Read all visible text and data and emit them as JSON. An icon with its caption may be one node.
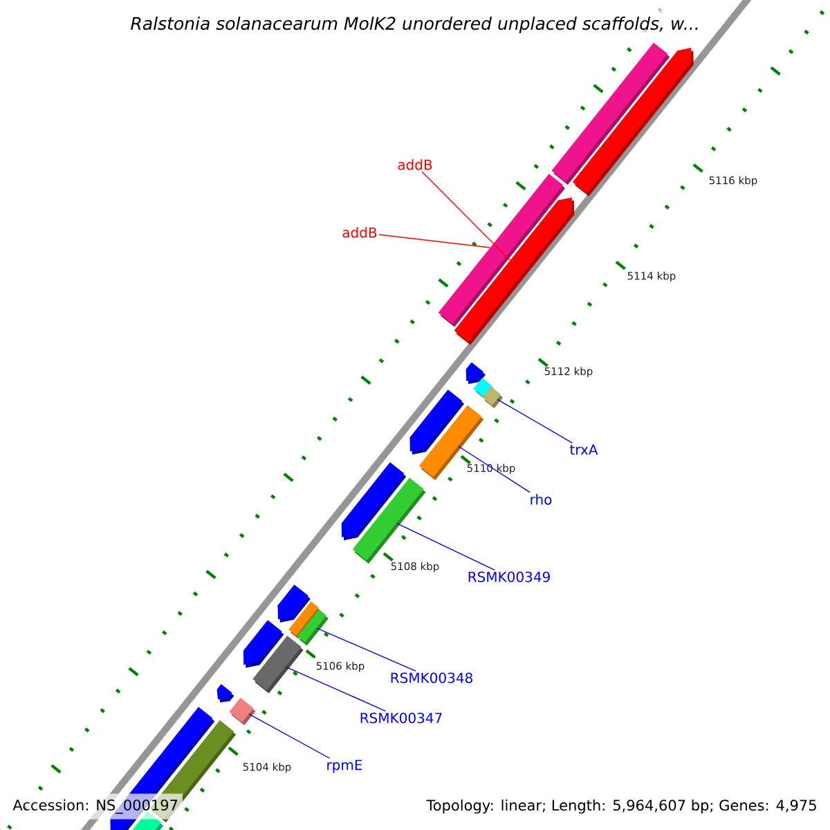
{
  "diagram": {
    "title": "Ralstonia solanacearum MolK2 unordered unplaced scaffolds, w...",
    "nodes": [
      {
        "text": [
          "addB"
        ]
      },
      {
        "text": [
          "addB"
        ]
      },
      {
        "text": [
          "trxA"
        ]
      },
      {
        "text": [
          "rho"
        ]
      },
      {
        "text": [
          "RSMK00349"
        ]
      },
      {
        "text": [
          "RSMK00348"
        ]
      },
      {
        "text": [
          "RSMK00347"
        ]
      },
      {
        "text": [
          "rpmE"
        ]
      },
      {
        "text": [],
        "shape": "bar"
      },
      {
        "text": [],
        "shape": "bar"
      },
      {
        "text": [],
        "shape": "bar"
      },
      {
        "text": [],
        "shape": "bar"
      },
      {
        "text": [],
        "shape": "bar"
      },
      {
        "text": [],
        "shape": "bar"
      },
      {
        "text": [],
        "shape": "bar"
      },
      {
        "text": [],
        "shape": "bar"
      },
      {
        "text": [],
        "shape": "bar"
      },
      {
        "text": [],
        "shape": "bar"
      },
      {
        "text": [],
        "shape": "bar"
      },
      {
        "text": [],
        "shape": "bar"
      },
      {
        "text": [],
        "shape": "bar"
      },
      {
        "text": [],
        "shape": "bar"
      },
      {
        "text": [],
        "shape": "bar"
      },
      {
        "text": [],
        "shape": "bar"
      },
      {
        "text": [],
        "shape": "bar"
      },
      {
        "text": [],
        "shape": "bar"
      },
      {
        "text": [],
        "shape": "bar"
      },
      {
        "text": [],
        "shape": "bar"
      },
      {
        "text": [],
        "shape": "bar"
      }
    ],
    "edges": [
      {
        "from": 0,
        "to": 11,
        "arrow": "none",
        "color": "#ff0000"
      },
      {
        "from": 1,
        "to": 10,
        "arrow": "none",
        "color": "#ff0000"
      },
      {
        "from": 2,
        "to": 14,
        "arrow": "none"
      },
      {
        "from": 3,
        "to": 16,
        "arrow": "none"
      },
      {
        "from": 4,
        "to": 18,
        "arrow": "none"
      },
      {
        "from": 5,
        "to": 21,
        "arrow": "none"
      },
      {
        "from": 6,
        "to": 23,
        "arrow": "none"
      },
      {
        "from": 7,
        "to": 25,
        "arrow": "none"
      }
    ],
    "labels": [
      "5116 kbp",
      "5114 kbp",
      "5112 kbp",
      "5110 kbp",
      "5108 kbp",
      "5106 kbp",
      "5104 kbp",
      "Accession: NS_000197",
      "Topology: linear; Length: 5,964,607 bp; Genes: 4,975"
    ]
  }
}
